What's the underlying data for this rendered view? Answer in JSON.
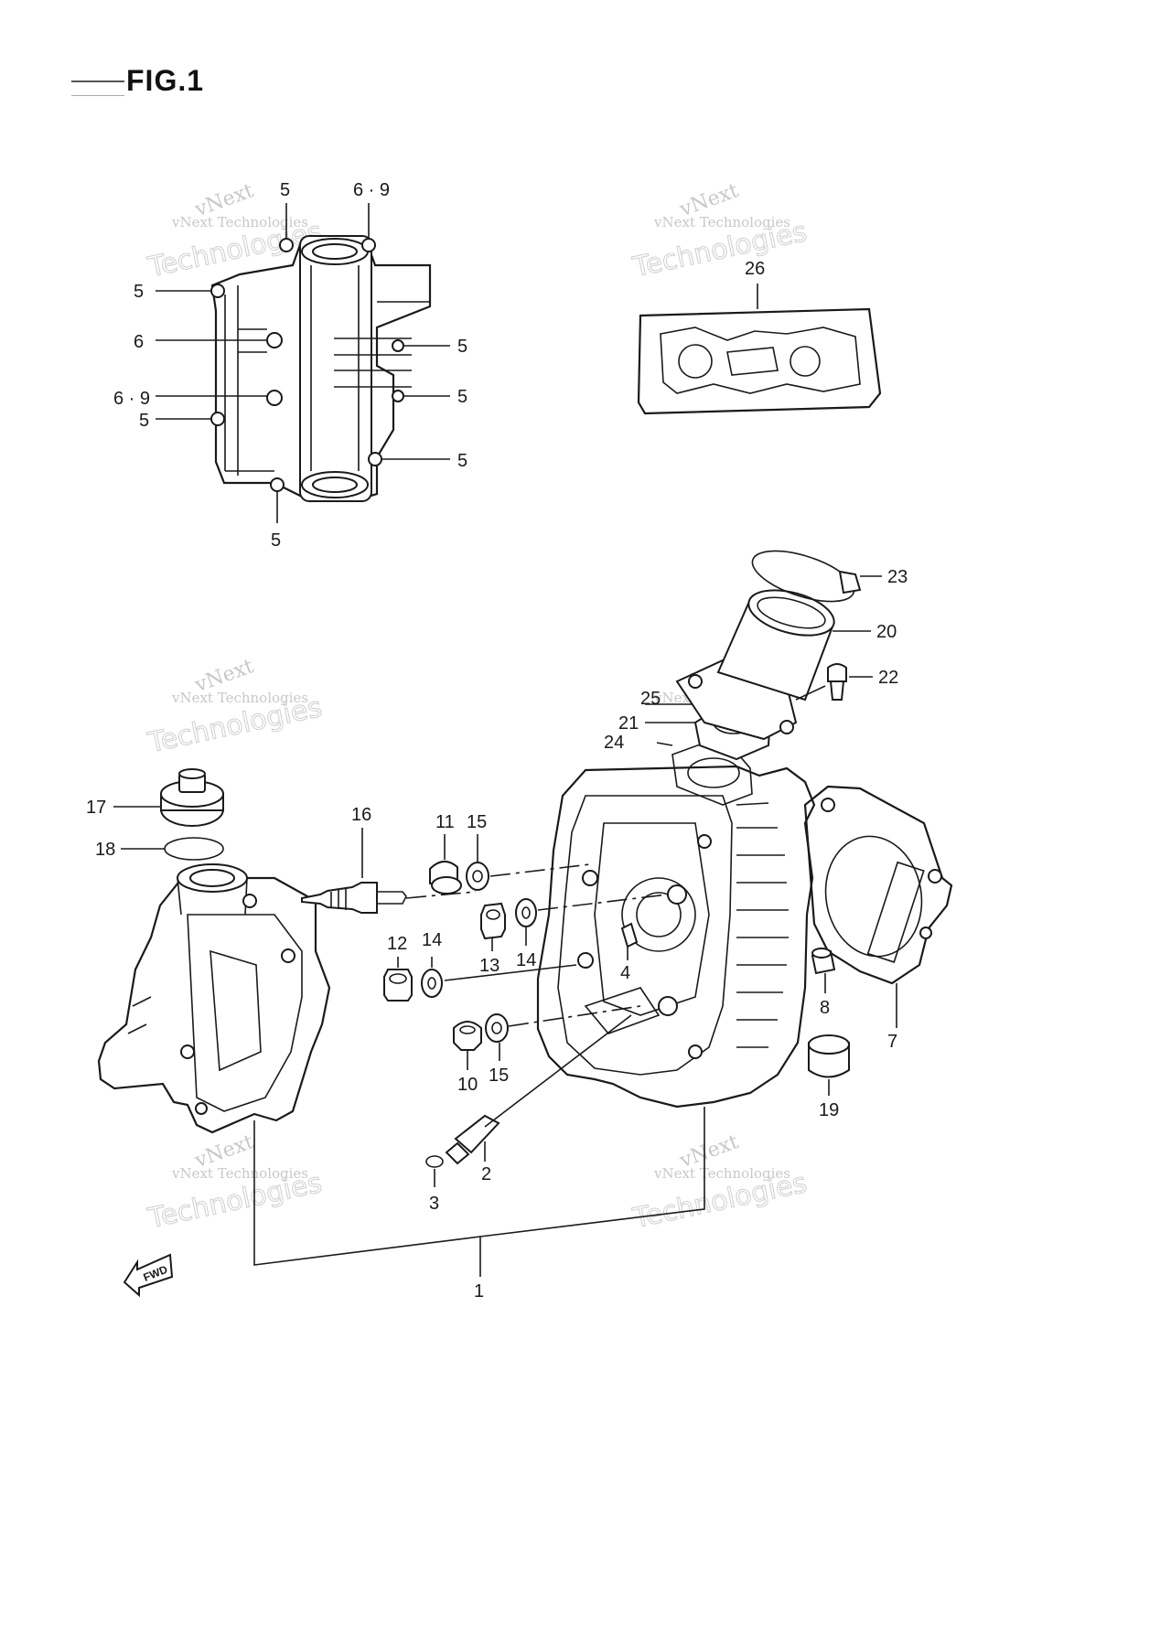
{
  "figure": {
    "title": "FIG.1",
    "direction_marker": "FWD",
    "watermark": {
      "line1": "vNext",
      "line2": "vNext Technologies",
      "line3": "Technologies"
    },
    "callouts": {
      "top_view": [
        "5",
        "6 · 9",
        "5",
        "6",
        "5",
        "6 · 9",
        "5",
        "5",
        "5",
        "5"
      ],
      "gasket_set": "26",
      "main": [
        "23",
        "20",
        "22",
        "25",
        "21",
        "24",
        "17",
        "18",
        "16",
        "11",
        "15",
        "12",
        "14",
        "13",
        "14",
        "4",
        "8",
        "7",
        "10",
        "15",
        "19",
        "2",
        "3",
        "1"
      ]
    }
  },
  "colors": {
    "line": "#1a1a1a",
    "watermark": "#c8c8c8"
  }
}
